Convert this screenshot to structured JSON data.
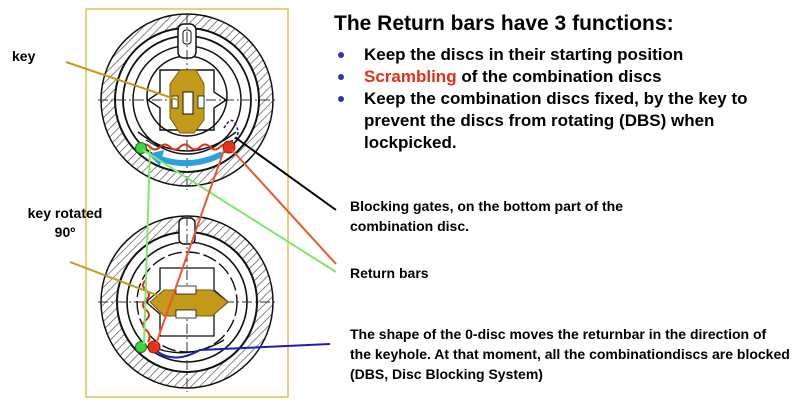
{
  "heading": "The Return bars have 3 functions:",
  "bullets": [
    {
      "lead": "Keep the discs in their starting position",
      "rest": ""
    },
    {
      "lead": "Scrambling",
      "rest": " of the combination discs"
    },
    {
      "lead": "Keep the combination discs fixed, by the key to prevent the discs from rotating (DBS) when lockpicked.",
      "rest": ""
    }
  ],
  "labels": {
    "key": "key",
    "key_rotated": "key rotated 90º",
    "blocking_gates": "Blocking gates, on the bottom part of the combination disc.",
    "return_bars": "Return bars",
    "disc_shape": "The shape of the 0-disc moves the returnbar in the direction of the keyhole. At that moment, all the combinationdiscs are blocked (DBS, Disc Blocking System)"
  },
  "colors": {
    "accent_red": "#e03018",
    "bullet": "#3333aa",
    "key_gold": "#c49a1a",
    "green_line": "#7fe86a",
    "blue_line": "#1c1cb8",
    "cyan_arrow": "#2aa0e0",
    "frame": "#d8b030"
  }
}
